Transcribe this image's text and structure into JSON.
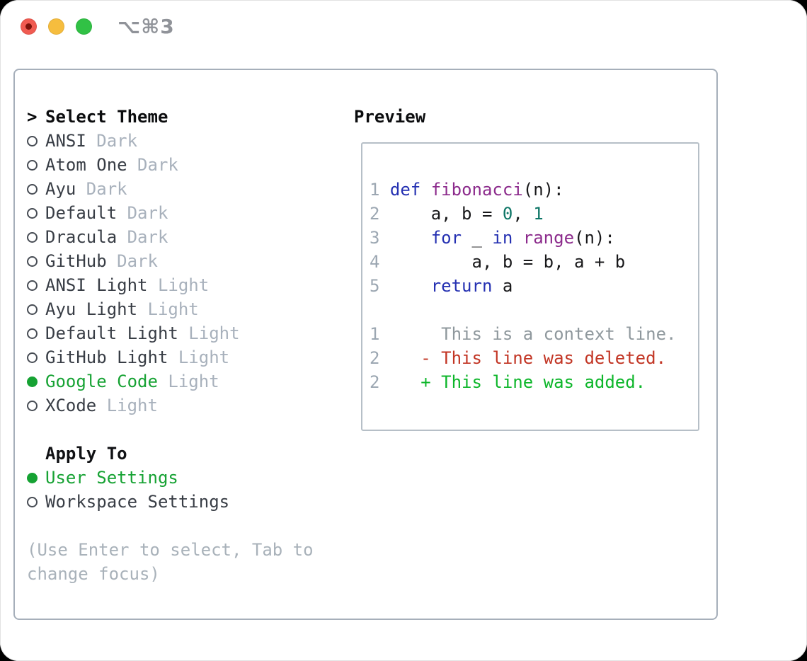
{
  "window": {
    "shortcut_label": "⌥⌘3",
    "traffic_lights": [
      "close",
      "minimize",
      "zoom"
    ]
  },
  "select_theme": {
    "cursor": ">",
    "header": "Select Theme",
    "items": [
      {
        "name": "ANSI",
        "tag": "Dark",
        "selected": false
      },
      {
        "name": "Atom One",
        "tag": "Dark",
        "selected": false
      },
      {
        "name": "Ayu",
        "tag": "Dark",
        "selected": false
      },
      {
        "name": "Default",
        "tag": "Dark",
        "selected": false
      },
      {
        "name": "Dracula",
        "tag": "Dark",
        "selected": false
      },
      {
        "name": "GitHub",
        "tag": "Dark",
        "selected": false
      },
      {
        "name": "ANSI Light",
        "tag": "Light",
        "selected": false
      },
      {
        "name": "Ayu Light",
        "tag": "Light",
        "selected": false
      },
      {
        "name": "Default Light",
        "tag": "Light",
        "selected": false
      },
      {
        "name": "GitHub Light",
        "tag": "Light",
        "selected": false
      },
      {
        "name": "Google Code",
        "tag": "Light",
        "selected": true
      },
      {
        "name": "XCode",
        "tag": "Light",
        "selected": false
      }
    ]
  },
  "apply_to": {
    "header": "Apply To",
    "options": [
      {
        "label": "User Settings",
        "selected": true
      },
      {
        "label": "Workspace Settings",
        "selected": false
      }
    ]
  },
  "help_text": "(Use Enter to select, Tab to\nchange focus)",
  "preview": {
    "header": "Preview",
    "code_lines": [
      {
        "num": "1",
        "tokens": [
          {
            "c": "keyword",
            "t": "def"
          },
          {
            "c": "plain",
            "t": " "
          },
          {
            "c": "function",
            "t": "fibonacci"
          },
          {
            "c": "plain",
            "t": "(n):"
          }
        ]
      },
      {
        "num": "2",
        "tokens": [
          {
            "c": "plain",
            "t": "    a, b = "
          },
          {
            "c": "literal",
            "t": "0"
          },
          {
            "c": "plain",
            "t": ", "
          },
          {
            "c": "literal",
            "t": "1"
          }
        ]
      },
      {
        "num": "3",
        "tokens": [
          {
            "c": "plain",
            "t": "    "
          },
          {
            "c": "keyword",
            "t": "for"
          },
          {
            "c": "plain",
            "t": " _ "
          },
          {
            "c": "keyword",
            "t": "in"
          },
          {
            "c": "plain",
            "t": " "
          },
          {
            "c": "function",
            "t": "range"
          },
          {
            "c": "plain",
            "t": "(n):"
          }
        ]
      },
      {
        "num": "4",
        "tokens": [
          {
            "c": "plain",
            "t": "        a, b = b, a + b"
          }
        ]
      },
      {
        "num": "5",
        "tokens": [
          {
            "c": "plain",
            "t": "    "
          },
          {
            "c": "keyword",
            "t": "return"
          },
          {
            "c": "plain",
            "t": " a"
          }
        ]
      }
    ],
    "diff_lines": [
      {
        "num": "1",
        "marker": " ",
        "text": "This is a context line.",
        "kind": "context"
      },
      {
        "num": "2",
        "marker": "-",
        "text": "This line was deleted.",
        "kind": "deleted"
      },
      {
        "num": "2",
        "marker": "+",
        "text": "This line was added.",
        "kind": "added"
      }
    ]
  },
  "colors": {
    "accent_green": "#16a233",
    "keyword": "#2531b2",
    "function": "#8c2b8c",
    "literal": "#0d7566",
    "plain": "#18181a",
    "line_number": "#9ca7b2",
    "diff_context": "#8f989d",
    "diff_deleted": "#c23524",
    "diff_added": "#0db62a",
    "traffic_red": "#f05b51",
    "traffic_yellow": "#f6bd3e",
    "traffic_green": "#31c145"
  }
}
